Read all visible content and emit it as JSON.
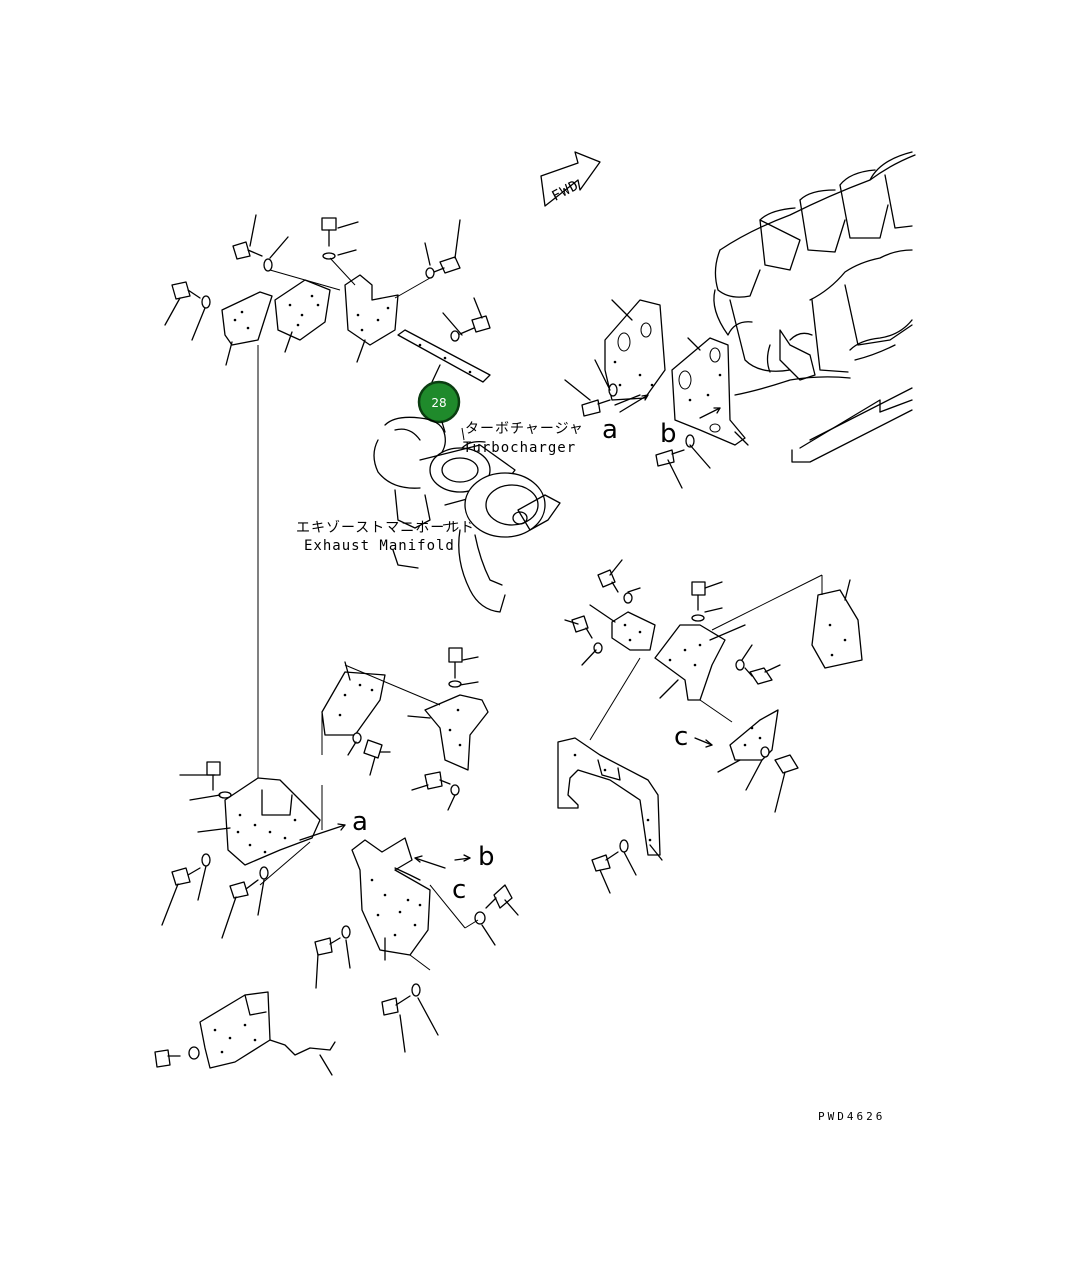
{
  "fwd_label": "FWD",
  "callout": {
    "number": "28",
    "fill": "#1f8a2b",
    "ring": "#0b3d11"
  },
  "labels": {
    "turbo_jp": "ターボチャージャ",
    "turbo_en": "Turbocharger",
    "manifold_jp": "エキゾーストマニホールド",
    "manifold_en": "Exhaust Manifold"
  },
  "view_letters": {
    "a": "a",
    "b": "b",
    "c": "c"
  },
  "drawing_code": "PWD4626"
}
